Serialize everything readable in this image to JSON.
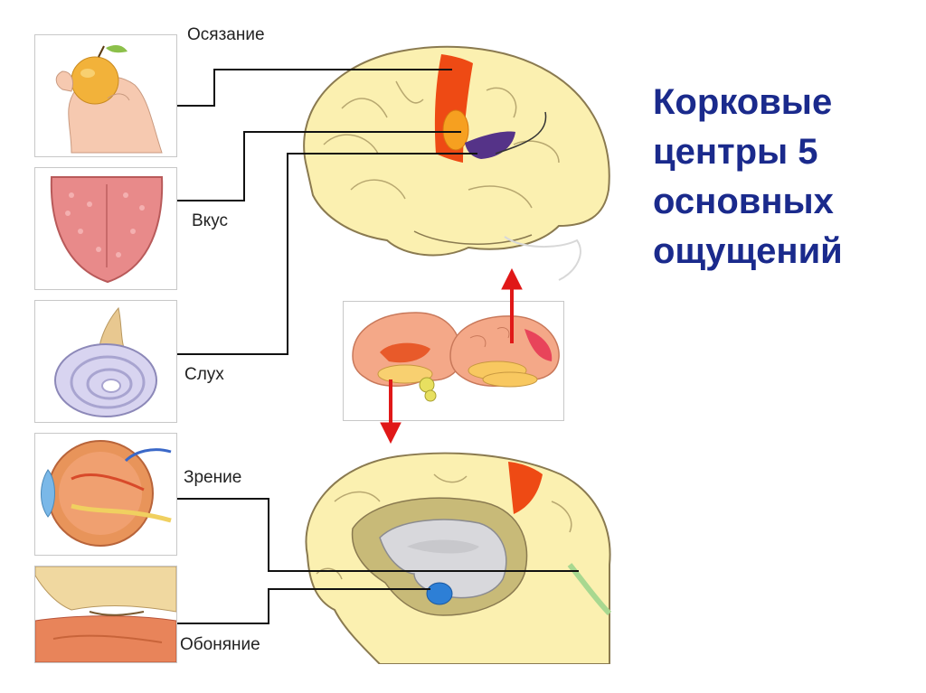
{
  "title": {
    "lines": [
      "Корковые",
      "центры 5",
      "основных",
      "ощущений"
    ]
  },
  "senses": [
    {
      "label": "Осязание",
      "icon": "hand-apple-icon"
    },
    {
      "label": "Вкус",
      "icon": "tongue-icon"
    },
    {
      "label": "Слух",
      "icon": "cochlea-icon"
    },
    {
      "label": "Зрение",
      "icon": "eye-icon"
    },
    {
      "label": "Обоняние",
      "icon": "nose-icon"
    }
  ],
  "colors": {
    "title": "#1a2a8c",
    "brain": "#fbf0b0",
    "brain_outline": "#8a7a50",
    "touch_area": "#ee4a14",
    "taste_area": "#f6a020",
    "hearing_area": "#553388",
    "smell_area": "#2d7fd6",
    "arrow": "#e01818"
  }
}
